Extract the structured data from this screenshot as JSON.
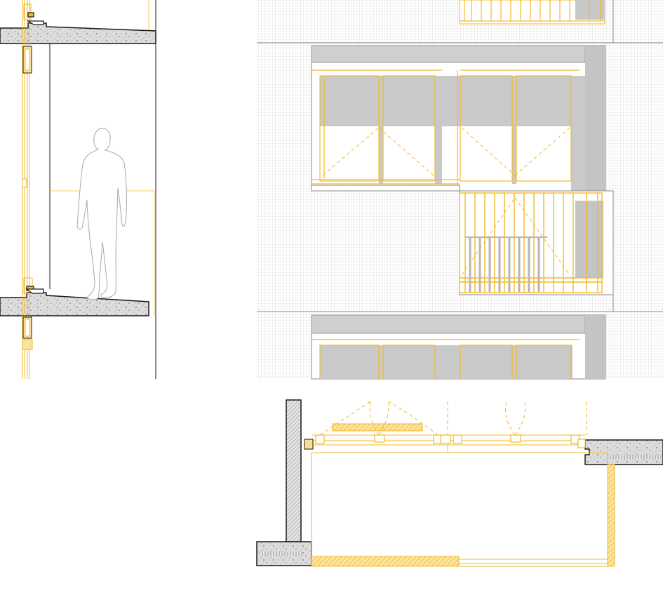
{
  "drawing": {
    "views": [
      {
        "id": "section",
        "label": ""
      },
      {
        "id": "elevation",
        "label": ""
      },
      {
        "id": "plan",
        "label": ""
      }
    ]
  },
  "colors": {
    "frame": "#f2b92a",
    "frame_light": "#f7cf63",
    "line": "#1a1a1a",
    "concrete": "#d9d9d9",
    "concrete_speckle": "#8c8c8c",
    "shade": "#cccccc",
    "grid": "#d6d6d6",
    "rail_gray": "#b5b5b5"
  },
  "icons": [
    "human-figure-icon",
    "door-swing-icon",
    "insulation-hatch-icon"
  ]
}
